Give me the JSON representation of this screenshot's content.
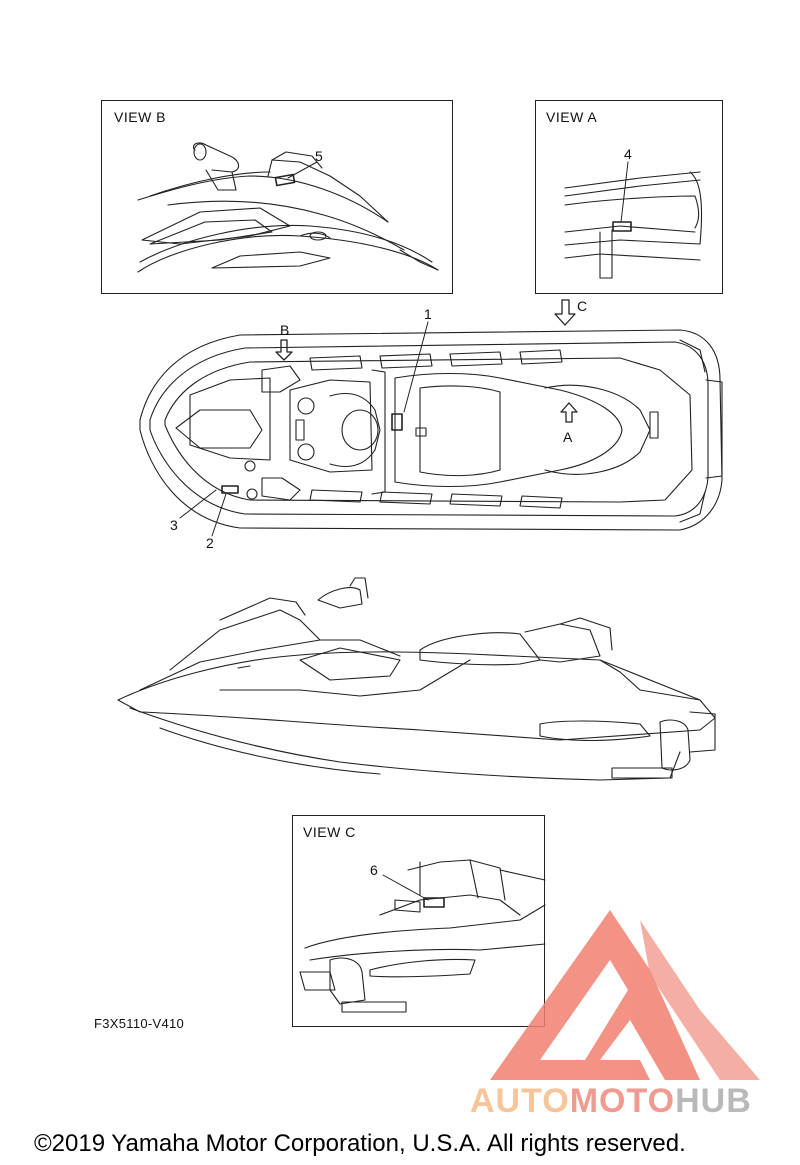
{
  "views": {
    "view_b": "VIEW B",
    "view_a": "VIEW A",
    "view_c": "VIEW C"
  },
  "arrows": {
    "a": "A",
    "b": "B",
    "c": "C"
  },
  "callouts": {
    "c1": "1",
    "c2": "2",
    "c3": "3",
    "c4": "4",
    "c5": "5",
    "c6": "6"
  },
  "part_code": "F3X5110-V410",
  "copyright": "©2019 Yamaha Motor Corporation, U.S.A. All rights reserved.",
  "watermark": {
    "part1": "AUTO",
    "part2": "MOTO",
    "part3": "HUB",
    "colors": {
      "auto": "#f7c59a",
      "moto": "#f19a8f",
      "hub": "#b9b9b9",
      "triangle": "#f08070"
    }
  }
}
